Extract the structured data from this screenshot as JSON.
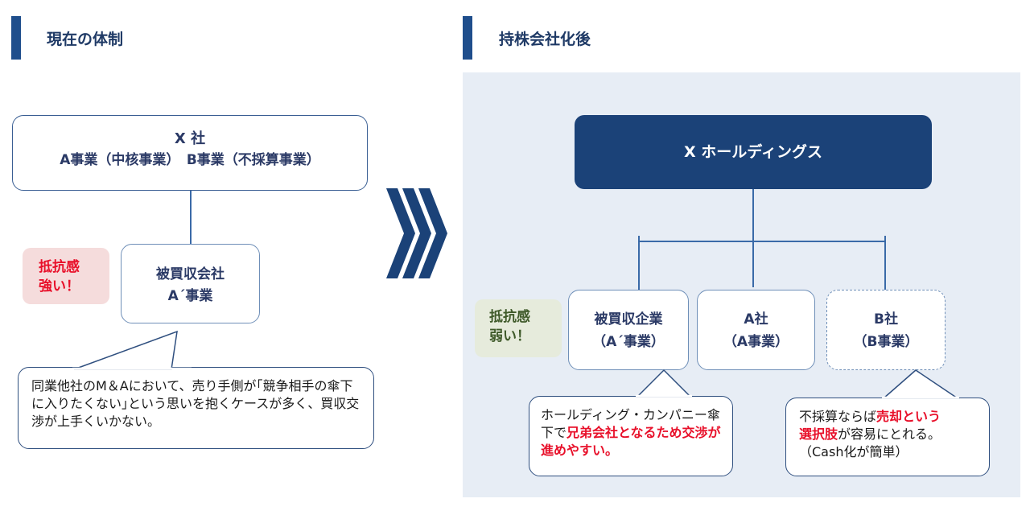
{
  "left": {
    "heading": "現在の体制",
    "x_company": {
      "title": "X 社",
      "businesses": "A事業（中核事業）　B事業（不採算事業）"
    },
    "acquired": {
      "title": "被買収会社",
      "business": "A´事業"
    },
    "resistance": {
      "line1": "抵抗感",
      "line2": "強い！"
    },
    "callout": "同業他社のM＆Aにおいて、売り手側が｢競争相手の傘下に入りたくない｣という思いを抱くケースが多く、買収交渉が上手くいかない。"
  },
  "right": {
    "heading": "持株会社化後",
    "holdings": "X ホールディングス",
    "acquired": {
      "title": "被買収企業",
      "business": "（A´事業）"
    },
    "a_company": {
      "title": "A社",
      "business": "（A事業）"
    },
    "b_company": {
      "title": "B社",
      "business": "（B事業）"
    },
    "resistance": {
      "line1": "抵抗感",
      "line2": "弱い！"
    },
    "callout_left": {
      "part1": "ホールディング・カンパニー傘下で",
      "highlight": "兄弟会社となるため交渉が進めやすい。"
    },
    "callout_right": {
      "part1": "不採算ならば",
      "highlight1": "売却という",
      "highlight2": "選択肢",
      "part2": "が容易にとれる。",
      "part3": "（Cash化が簡単）"
    }
  },
  "colors": {
    "navy": "#1f4e8c",
    "dark_navy": "#1b4278",
    "red": "#e8102a",
    "panel": "#e7edf5"
  }
}
